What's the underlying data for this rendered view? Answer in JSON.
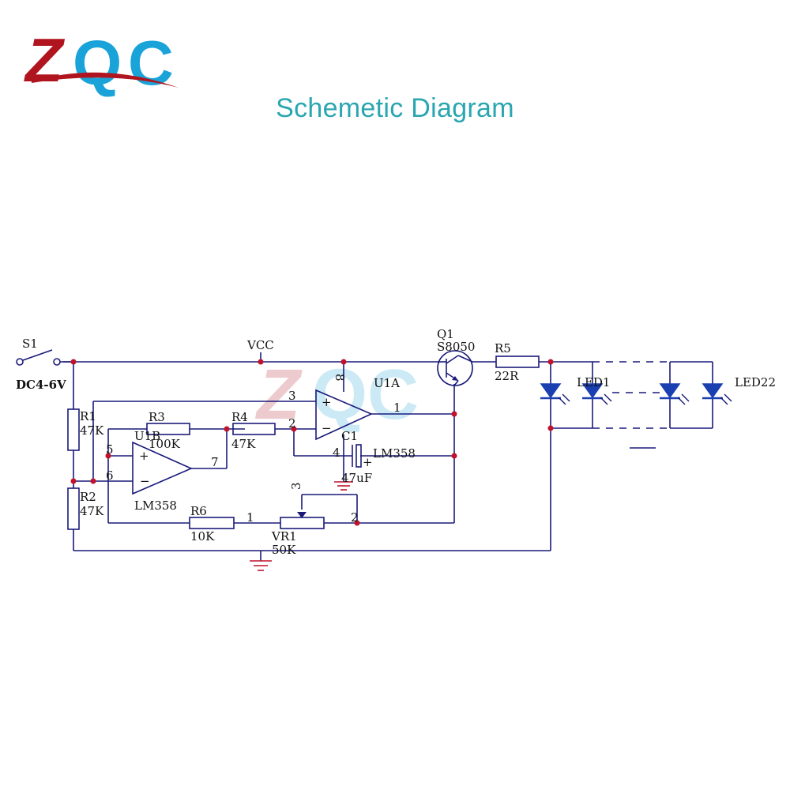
{
  "logo": {
    "text": "ZQC",
    "colors": {
      "primary": "#b0151f",
      "secondary": "#1aa3d8"
    }
  },
  "title": "Schemetic Diagram",
  "components": {
    "switch": {
      "ref": "S1",
      "value": "DC4-6V"
    },
    "vcc": "VCC",
    "r1": {
      "ref": "R1",
      "value": "47K"
    },
    "r2": {
      "ref": "R2",
      "value": "47K"
    },
    "r3": {
      "ref": "R3",
      "value": "100K"
    },
    "r4": {
      "ref": "R4",
      "value": "47K"
    },
    "r5": {
      "ref": "R5",
      "value": "22R"
    },
    "r6": {
      "ref": "R6",
      "value": "10K"
    },
    "vr1": {
      "ref": "VR1",
      "value": "50K"
    },
    "c1": {
      "ref": "C1",
      "value": "47uF"
    },
    "q1": {
      "ref": "Q1",
      "value": "S8050"
    },
    "u1a": {
      "ref": "U1A",
      "value": "LM358"
    },
    "u1b": {
      "ref": "U1B",
      "value": "LM358"
    },
    "led1": "LED1",
    "led22": "LED22"
  },
  "pins": {
    "u1a_plus": "3",
    "u1a_minus": "2",
    "u1a_out": "1",
    "u1a_vcc": "8",
    "u1a_gnd": "4",
    "u1b_plus": "5",
    "u1b_minus": "6",
    "u1b_out": "7",
    "vr1_1": "1",
    "vr1_2": "2",
    "vr1_3": "3",
    "plus": "+",
    "minus": "−",
    "cap_plus": "+"
  },
  "colors": {
    "wire": "#1a1a7a",
    "junction": "#c0122c",
    "led": "#1a3fb0",
    "title": "#2aa6b0"
  }
}
